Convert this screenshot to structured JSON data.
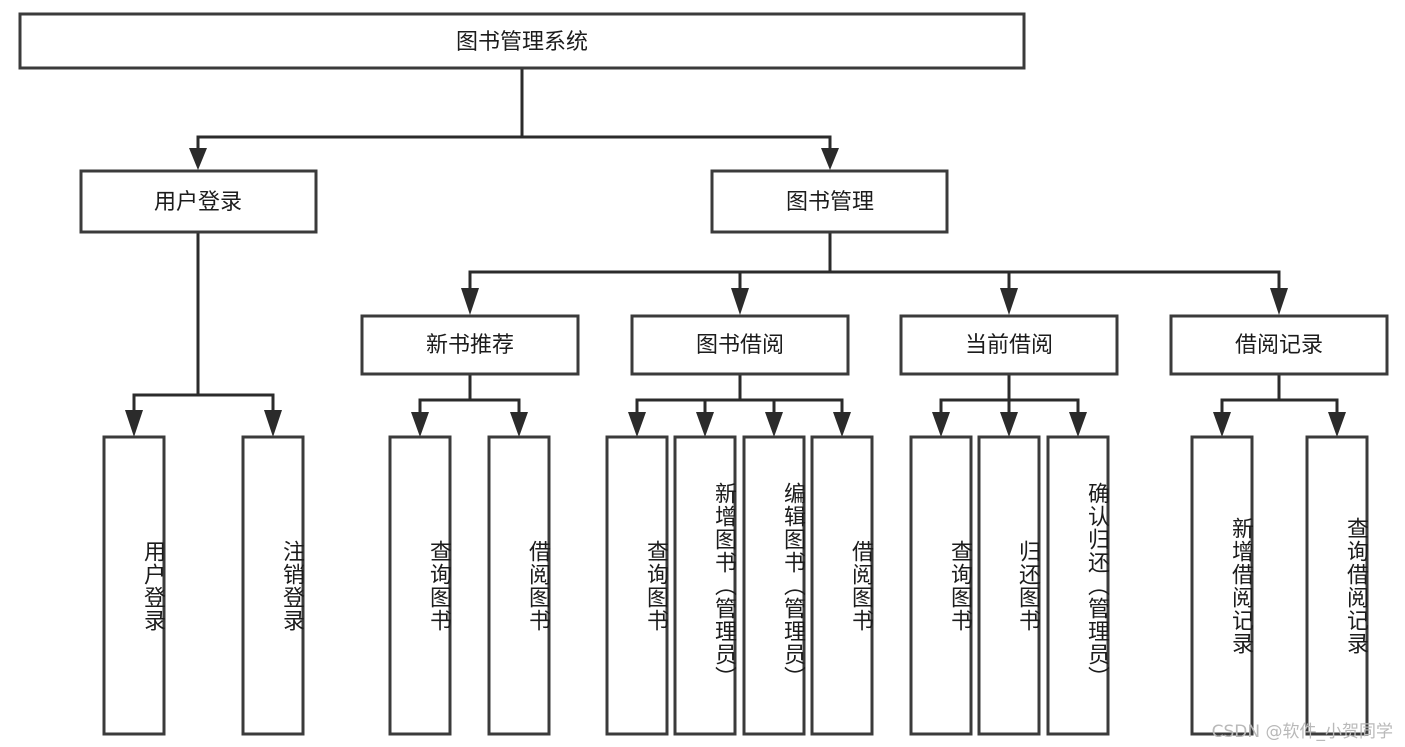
{
  "diagram": {
    "title_node": {
      "label": "图书管理系统"
    },
    "level2": [
      {
        "label": "用户登录"
      },
      {
        "label": "图书管理"
      }
    ],
    "level3": [
      {
        "label": "新书推荐"
      },
      {
        "label": "图书借阅"
      },
      {
        "label": "当前借阅"
      },
      {
        "label": "借阅记录"
      }
    ],
    "leaves": [
      {
        "label": "用户登录"
      },
      {
        "label": "注销登录"
      },
      {
        "label": "查询图书"
      },
      {
        "label": "借阅图书"
      },
      {
        "label": "查询图书"
      },
      {
        "label": "新增图书（管理员）"
      },
      {
        "label": "编辑图书（管理员）"
      },
      {
        "label": "借阅图书"
      },
      {
        "label": "查询图书"
      },
      {
        "label": "归还图书"
      },
      {
        "label": "确认归还（管理员）"
      },
      {
        "label": "新增借阅记录"
      },
      {
        "label": "查询借阅记录"
      }
    ],
    "watermark": "CSDN @软件_小贺同学",
    "colors": {
      "box_stroke": "#3b3b3b",
      "connector": "#2b2b2b",
      "text": "#1c1c1c",
      "background": "#ffffff",
      "watermark": "#b9b9b9"
    }
  }
}
